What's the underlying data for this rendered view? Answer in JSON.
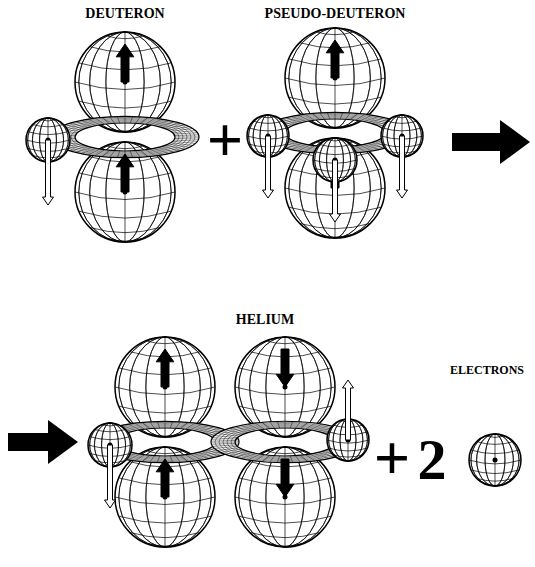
{
  "diagram": {
    "labels": [
      "DEUTERON",
      "+",
      "PSEUDO-DEUTERON",
      "HELIUM",
      "+",
      "2",
      "ELECTRONS"
    ]
  }
}
